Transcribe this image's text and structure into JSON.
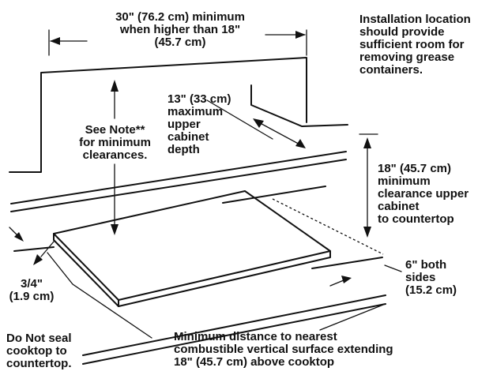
{
  "labels": {
    "width_min": "30\" (76.2 cm) minimum\nwhen higher than 18\"\n(45.7 cm)",
    "install_location": "Installation location\nshould provide\nsufficient room for\nremoving grease\ncontainers.",
    "cabinet_depth": "13\" (33 cm)\nmaximum\nupper\ncabinet\ndepth",
    "see_note": "See Note**\nfor minimum\nclearances.",
    "clearance": "18\" (45.7 cm)\nminimum\nclearance upper\ncabinet\nto countertop",
    "side_distance": "6\" both\nsides\n(15.2 cm)",
    "edge_height": "3/4\"\n(1.9 cm)",
    "do_not_seal": "Do Not seal\ncooktop to\ncountertop.",
    "min_distance": "Minimum distance to nearest\ncombustible vertical surface extending\n18\" (45.7 cm) above cooktop"
  }
}
